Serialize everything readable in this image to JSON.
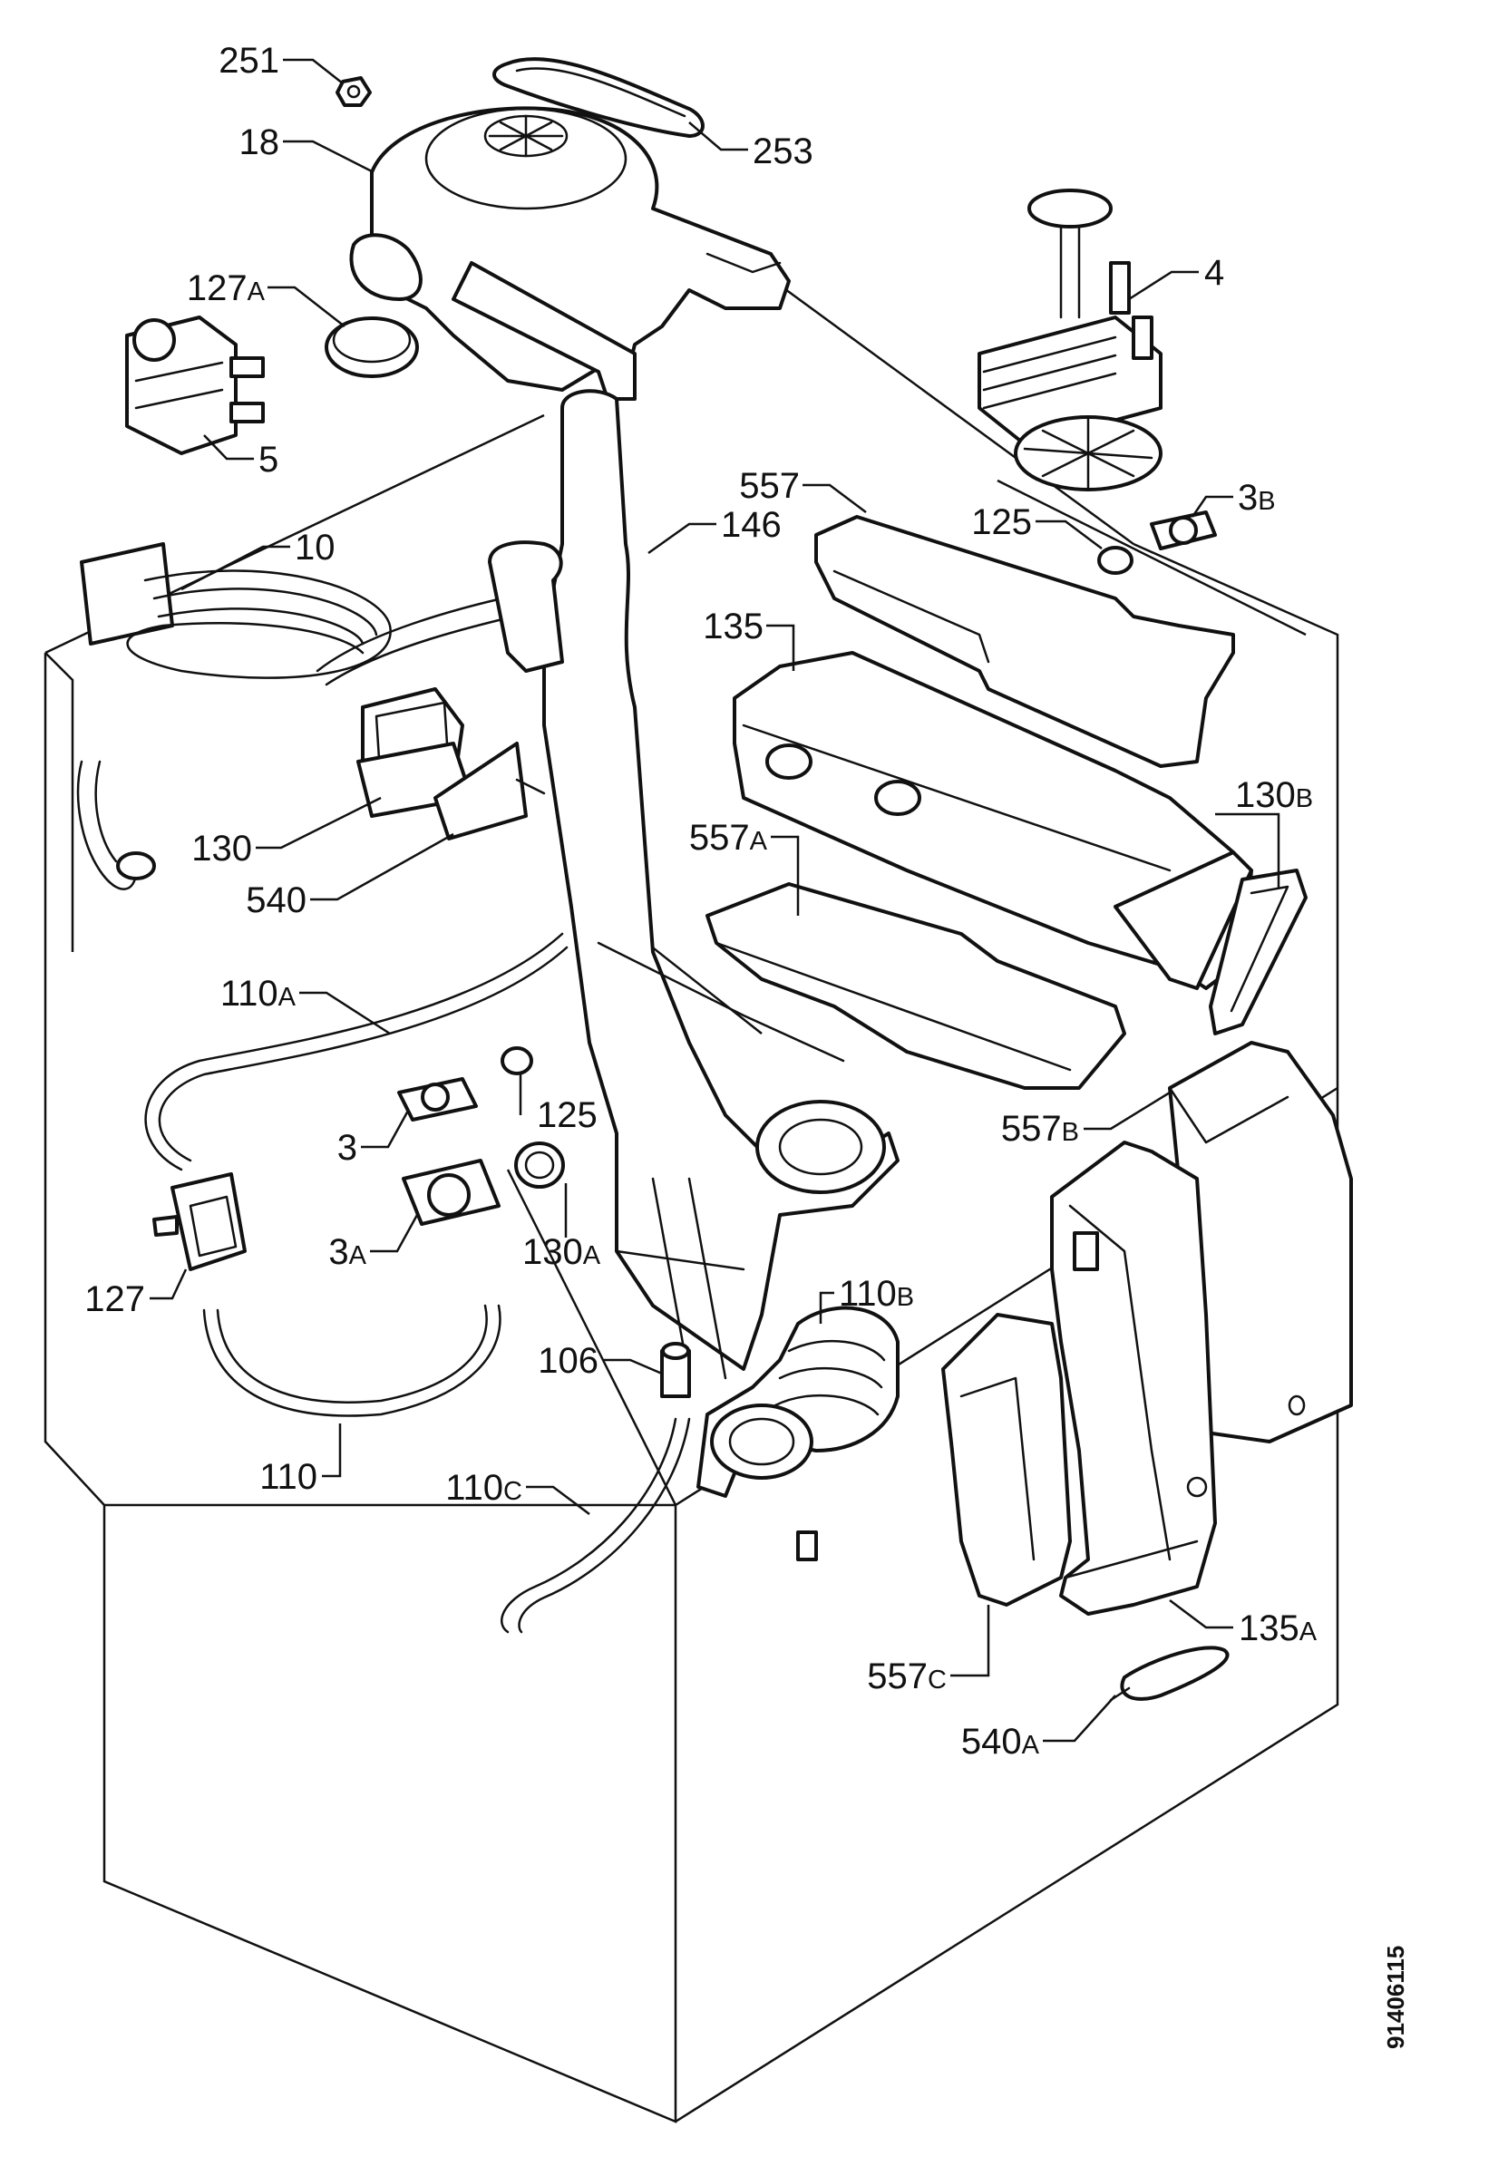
{
  "labels": [
    {
      "id": "251",
      "text": "251",
      "sub": ""
    },
    {
      "id": "253",
      "text": "253",
      "sub": ""
    },
    {
      "id": "18",
      "text": "18",
      "sub": ""
    },
    {
      "id": "4",
      "text": "4",
      "sub": ""
    },
    {
      "id": "127A",
      "text": "127",
      "sub": "A"
    },
    {
      "id": "5",
      "text": "5",
      "sub": ""
    },
    {
      "id": "557",
      "text": "557",
      "sub": ""
    },
    {
      "id": "146",
      "text": "146",
      "sub": ""
    },
    {
      "id": "125a",
      "text": "125",
      "sub": ""
    },
    {
      "id": "3B",
      "text": "3",
      "sub": "B"
    },
    {
      "id": "10",
      "text": "10",
      "sub": ""
    },
    {
      "id": "135",
      "text": "135",
      "sub": ""
    },
    {
      "id": "130B",
      "text": "130",
      "sub": "B"
    },
    {
      "id": "557A",
      "text": "557",
      "sub": "A"
    },
    {
      "id": "130",
      "text": "130",
      "sub": ""
    },
    {
      "id": "540",
      "text": "540",
      "sub": ""
    },
    {
      "id": "110A",
      "text": "110",
      "sub": "A"
    },
    {
      "id": "125b",
      "text": "125",
      "sub": ""
    },
    {
      "id": "3",
      "text": "3",
      "sub": ""
    },
    {
      "id": "557B",
      "text": "557",
      "sub": "B"
    },
    {
      "id": "3A",
      "text": "3",
      "sub": "A"
    },
    {
      "id": "130A",
      "text": "130",
      "sub": "A"
    },
    {
      "id": "110B",
      "text": "110",
      "sub": "B"
    },
    {
      "id": "127",
      "text": "127",
      "sub": ""
    },
    {
      "id": "106",
      "text": "106",
      "sub": ""
    },
    {
      "id": "110",
      "text": "110",
      "sub": ""
    },
    {
      "id": "110C",
      "text": "110",
      "sub": "C"
    },
    {
      "id": "135A",
      "text": "135",
      "sub": "A"
    },
    {
      "id": "557C",
      "text": "557",
      "sub": "C"
    },
    {
      "id": "540A",
      "text": "540",
      "sub": "A"
    }
  ],
  "document_id": "91406115"
}
